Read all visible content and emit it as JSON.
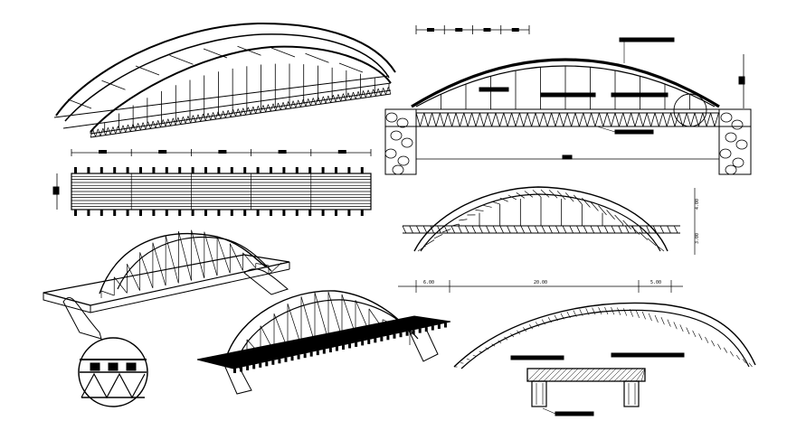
{
  "drawing": {
    "dimensions": {
      "truss_left_span": "6.00",
      "truss_main_span": "20.00",
      "truss_right_span": "5.00",
      "truss_arch_rise": "4.00",
      "truss_deck_depth": "3.00"
    }
  }
}
